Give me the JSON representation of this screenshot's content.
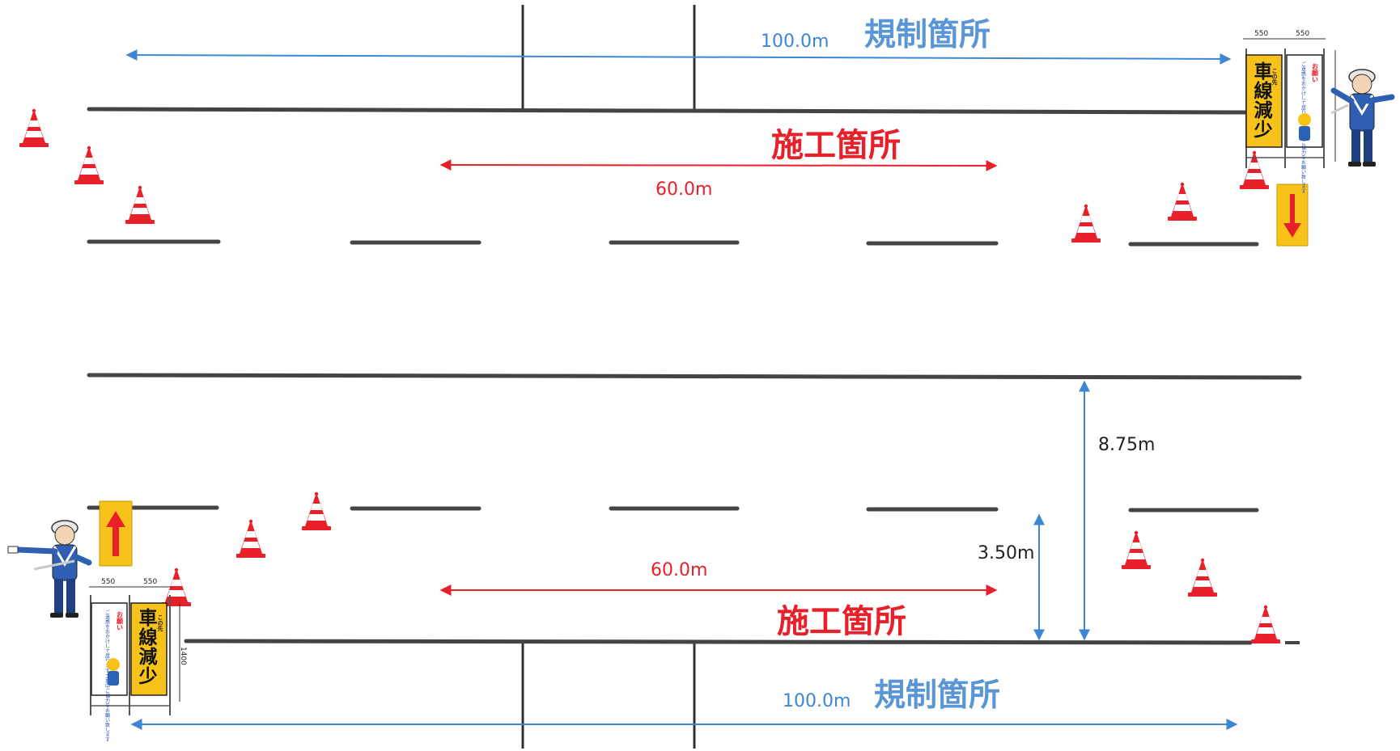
{
  "top": {
    "regulation_label": "規制箇所",
    "regulation_length": "100.0m",
    "work_label": "施工箇所",
    "work_length": "60.0m"
  },
  "bottom": {
    "regulation_label": "規制箇所",
    "regulation_length": "100.0m",
    "work_label": "施工箇所",
    "work_length": "60.0m",
    "lane_width": "3.50m",
    "road_width": "8.75m"
  },
  "sign_left": {
    "width_a": "550",
    "width_b": "550",
    "main_text": "車線減少",
    "small_text": "この先",
    "notice_title": "お願い",
    "notice_text": "ご迷惑をおかけして居ります 工事中ご協力をお願い致します"
  },
  "sign_right": {
    "width_a": "550",
    "width_b": "550",
    "main_text": "車線減少",
    "small_text": "この先",
    "notice_title": "お願い",
    "notice_text": "ご迷惑をおかけして居ります 工事中ご協力をお願い致します"
  },
  "sign_height": "1400",
  "colors": {
    "regulation": "#3d86d4",
    "work": "#e8202a",
    "cone_red": "#e8202a",
    "sign_yellow": "#f7c31a",
    "road_line": "#333333"
  }
}
